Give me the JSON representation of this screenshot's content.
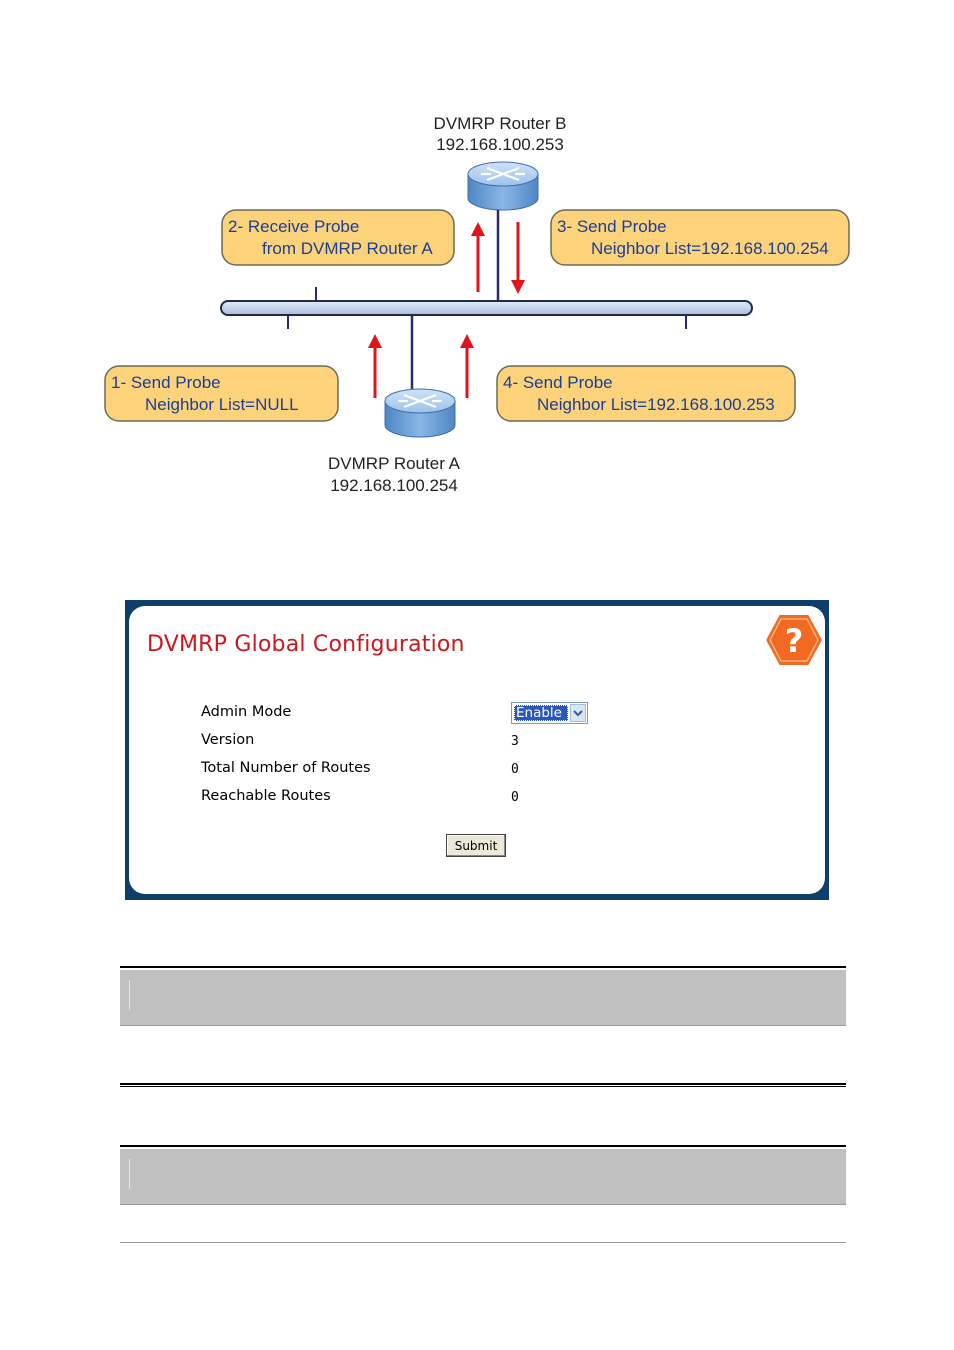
{
  "diagram": {
    "router_b": {
      "name": "DVMRP Router B",
      "ip": "192.168.100.253"
    },
    "router_a": {
      "name": "DVMRP Router A",
      "ip": "192.168.100.254"
    },
    "callouts": [
      {
        "id": "step1",
        "line1": "1- Send Probe",
        "line2": "Neighbor List=NULL"
      },
      {
        "id": "step2",
        "line1": "2- Receive Probe",
        "line2": "from DVMRP Router A"
      },
      {
        "id": "step3",
        "line1": "3- Send Probe",
        "line2": "Neighbor List=192.168.100.254"
      },
      {
        "id": "step4",
        "line1": "4- Send Probe",
        "line2": "Neighbor List=192.168.100.253"
      }
    ],
    "colors": {
      "callout_fill": "#fcd27a",
      "callout_border": "#6b6b55",
      "callout_text": "#1a3f9a",
      "arrow": "#e0141a",
      "bus": "#c5d2ea",
      "router_body": "#8ab6e6"
    },
    "icons": {
      "router": "router-icon",
      "arrow": "arrow-icon"
    }
  },
  "config": {
    "title": "DVMRP Global Configuration",
    "help_icon": "help-icon",
    "rows": [
      {
        "label": "Admin Mode",
        "value": "Enable"
      },
      {
        "label": "Version",
        "value": "3"
      },
      {
        "label": "Total Number of Routes",
        "value": "0"
      },
      {
        "label": "Reachable Routes",
        "value": "0"
      }
    ],
    "admin_mode_options": [
      "Enable"
    ],
    "submit_label": "Submit",
    "colors": {
      "frame": "#0e3f6b",
      "title": "#c8191e",
      "help_badge": "#f26a21"
    }
  },
  "notes": [
    {
      "text": ""
    },
    {
      "text": ""
    }
  ]
}
